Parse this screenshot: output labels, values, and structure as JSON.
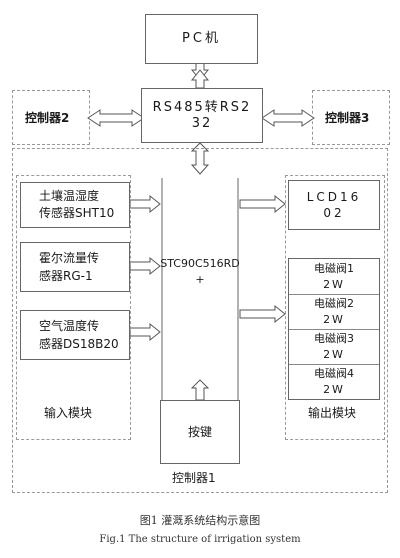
{
  "pc": "PC机",
  "converter": {
    "line1": "RS485转RS2",
    "line2": "32"
  },
  "controller2": "控制器2",
  "controller3": "控制器3",
  "controller1": "控制器1",
  "mcu": {
    "line1": "STC90C516RD",
    "line2": "+"
  },
  "inputs": [
    {
      "line1": "土壤温湿度",
      "line2": "传感器SHT10"
    },
    {
      "line1": "霍尔流量传",
      "line2": "感器RG-1"
    },
    {
      "line1": "空气温度传",
      "line2": "感器DS18B20"
    }
  ],
  "input_module": "输入模块",
  "output_module": "输出模块",
  "lcd": {
    "line1": "LCD16",
    "line2": "02"
  },
  "valves": [
    {
      "line1": "电磁阀1",
      "line2": "2W"
    },
    {
      "line1": "电磁阀2",
      "line2": "2W"
    },
    {
      "line1": "电磁阀3",
      "line2": "2W"
    },
    {
      "line1": "电磁阀4",
      "line2": "2W"
    }
  ],
  "keys": "按键",
  "caption": {
    "cn": "图1  灌溉系统结构示意图",
    "en": "Fig.1   The structure of irrigation system"
  }
}
